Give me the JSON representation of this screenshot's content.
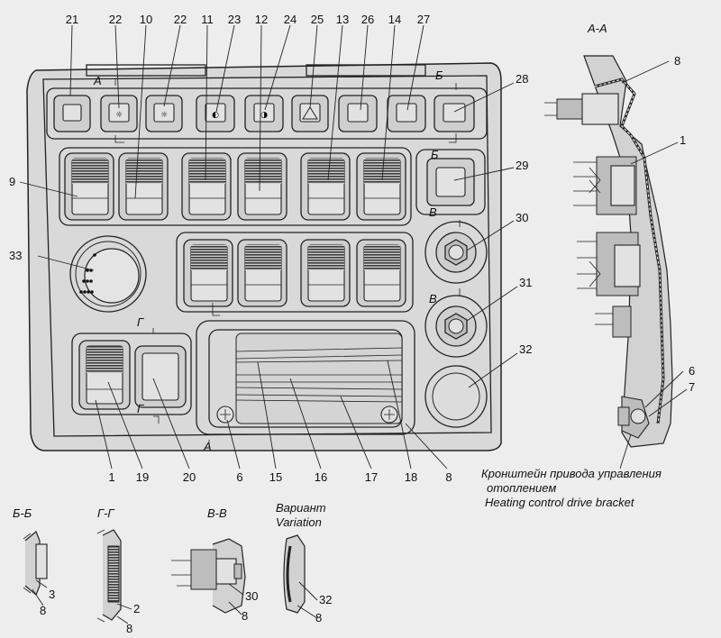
{
  "views": {
    "main_label_a": "А",
    "main_label_b": "Б",
    "main_label_v": "В",
    "main_label_g": "Г",
    "section_aa": "А-А",
    "section_bb": "Б-Б",
    "section_gg": "Г-Г",
    "section_vv": "В-В",
    "variant_ru": "Вариант",
    "variant_en": "Variation"
  },
  "callouts": {
    "top": [
      "21",
      "22",
      "10",
      "22",
      "11",
      "23",
      "12",
      "24",
      "25",
      "13",
      "26",
      "14",
      "27"
    ],
    "n28": "28",
    "n29": "29",
    "n30": "30",
    "n31": "31",
    "n32": "32",
    "n9": "9",
    "n33": "33",
    "bottom": [
      "1",
      "19",
      "20",
      "6",
      "15",
      "16",
      "17",
      "18",
      "8"
    ],
    "side_8": "8",
    "side_1": "1",
    "side_6": "6",
    "side_7": "7",
    "bb_3": "3",
    "bb_8": "8",
    "gg_2": "2",
    "gg_8": "8",
    "vv_30": "30",
    "vv_8": "8",
    "var_32": "32",
    "var_8": "8"
  },
  "bracket_caption": {
    "ru_line1": "Кронштейн привода управления",
    "ru_line2": "отоплением",
    "en": "Heating control drive bracket"
  }
}
